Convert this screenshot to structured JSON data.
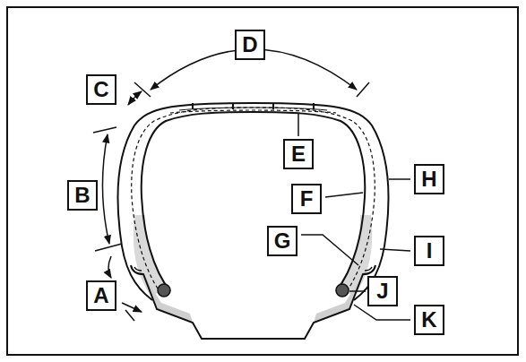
{
  "diagram": {
    "nodes": [
      {
        "text": [
          "D"
        ]
      },
      {
        "text": [
          "C"
        ]
      },
      {
        "text": [
          "E"
        ]
      },
      {
        "text": [
          "H"
        ]
      },
      {
        "text": [
          "B"
        ]
      },
      {
        "text": [
          "F"
        ]
      },
      {
        "text": [
          "G"
        ]
      },
      {
        "text": [
          "I"
        ]
      },
      {
        "text": [
          "A"
        ]
      },
      {
        "text": [
          "J"
        ]
      },
      {
        "text": [
          "K"
        ]
      }
    ]
  }
}
